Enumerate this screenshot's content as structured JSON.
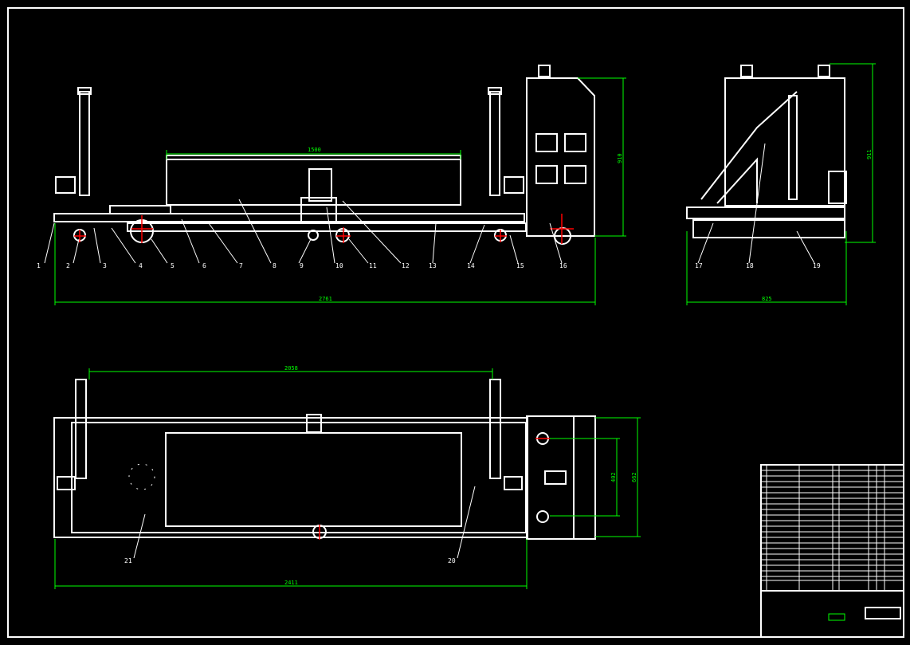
{
  "colors": {
    "background": "#000000",
    "lines": "#ffffff",
    "dimensions": "#00ff00",
    "centerlines": "#ff0000"
  },
  "dimensions": {
    "front_frame_length": "1500",
    "front_overall_length": "2761",
    "front_cabinet_height": "910",
    "side_height": "911",
    "side_width": "825",
    "plan_frame_length": "2058",
    "plan_overall_length": "2411",
    "plan_hole_spacing": "402",
    "plan_cabinet_width": "662"
  },
  "part_labels": {
    "front": [
      "1",
      "2",
      "3",
      "4",
      "5",
      "6",
      "7",
      "8",
      "9",
      "10",
      "11",
      "12",
      "13",
      "14",
      "15",
      "16"
    ],
    "side": [
      "17",
      "18",
      "19"
    ],
    "plan": [
      "20",
      "21"
    ]
  }
}
